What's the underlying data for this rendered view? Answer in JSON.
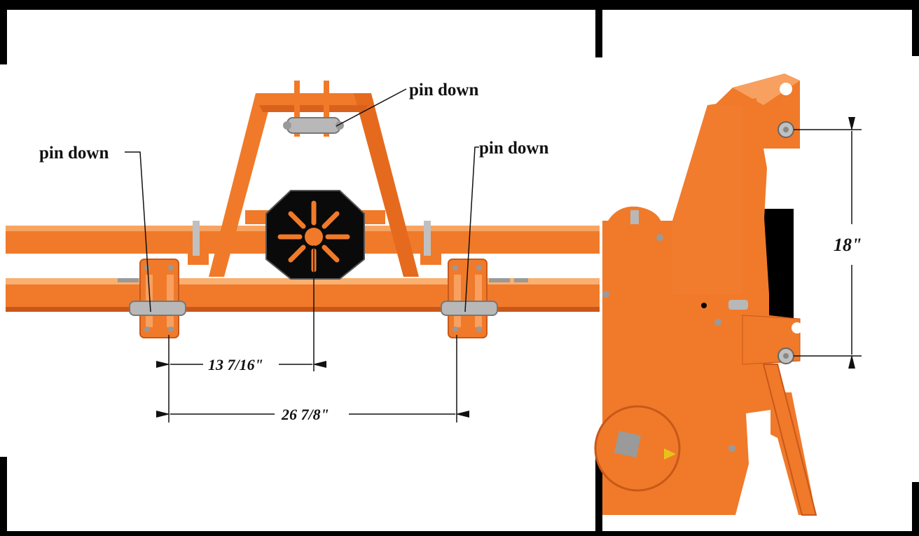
{
  "labels": {
    "pin_top": "pin down",
    "pin_left": "pin down",
    "pin_right": "pin down"
  },
  "dimensions": {
    "half_spacing": "13 7/16\"",
    "full_spacing": "26 7/8\"",
    "vertical_spacing": "18\""
  },
  "colors": {
    "implement_orange": "#F07A2A",
    "frame": "#000000",
    "pins": "#B8B8B8"
  }
}
